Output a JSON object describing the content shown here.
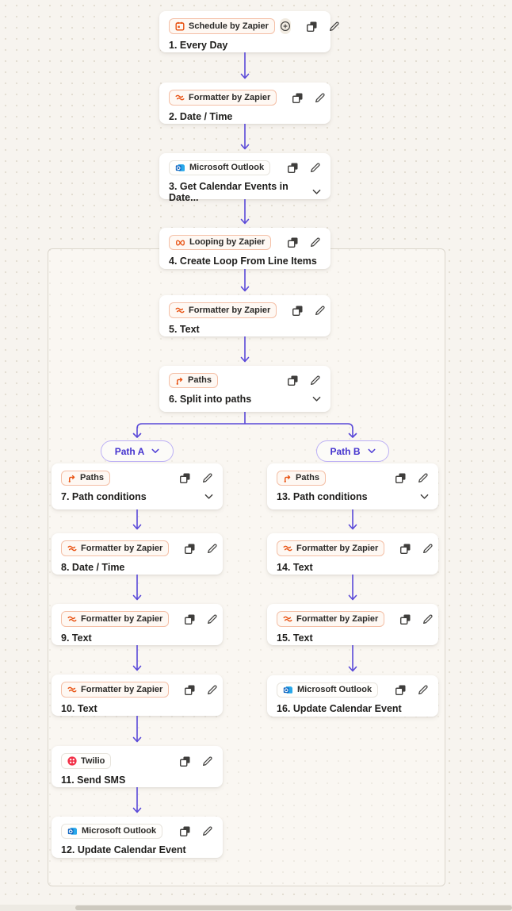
{
  "workflow": {
    "nodes": [
      {
        "id": "1",
        "app": "Schedule by Zapier",
        "icon": "schedule-icon",
        "badge": "orange",
        "number": "1.",
        "title": "Every Day",
        "chevron": false,
        "plus": true
      },
      {
        "id": "2",
        "app": "Formatter by Zapier",
        "icon": "formatter-icon",
        "badge": "orange",
        "number": "2.",
        "title": "Date / Time",
        "chevron": false,
        "plus": false
      },
      {
        "id": "3",
        "app": "Microsoft Outlook",
        "icon": "outlook-icon",
        "badge": "neutral",
        "number": "3.",
        "title": "Get Calendar Events in Date...",
        "chevron": true,
        "plus": false
      },
      {
        "id": "4",
        "app": "Looping by Zapier",
        "icon": "looping-icon",
        "badge": "orange",
        "number": "4.",
        "title": "Create Loop From Line Items",
        "chevron": false,
        "plus": false
      },
      {
        "id": "5",
        "app": "Formatter by Zapier",
        "icon": "formatter-icon",
        "badge": "orange",
        "number": "5.",
        "title": "Text",
        "chevron": false,
        "plus": false
      },
      {
        "id": "6",
        "app": "Paths",
        "icon": "paths-icon",
        "badge": "orange",
        "number": "6.",
        "title": "Split into paths",
        "chevron": true,
        "plus": false
      },
      {
        "id": "7",
        "app": "Paths",
        "icon": "paths-icon",
        "badge": "orange",
        "number": "7.",
        "title": "Path conditions",
        "chevron": true,
        "plus": false
      },
      {
        "id": "8",
        "app": "Formatter by Zapier",
        "icon": "formatter-icon",
        "badge": "orange",
        "number": "8.",
        "title": "Date / Time",
        "chevron": false,
        "plus": false
      },
      {
        "id": "9",
        "app": "Formatter by Zapier",
        "icon": "formatter-icon",
        "badge": "orange",
        "number": "9.",
        "title": "Text",
        "chevron": false,
        "plus": false
      },
      {
        "id": "10",
        "app": "Formatter by Zapier",
        "icon": "formatter-icon",
        "badge": "orange",
        "number": "10.",
        "title": "Text",
        "chevron": false,
        "plus": false
      },
      {
        "id": "11",
        "app": "Twilio",
        "icon": "twilio-icon",
        "badge": "neutral",
        "number": "11.",
        "title": "Send SMS",
        "chevron": false,
        "plus": false
      },
      {
        "id": "12",
        "app": "Microsoft Outlook",
        "icon": "outlook-icon",
        "badge": "neutral",
        "number": "12.",
        "title": "Update Calendar Event",
        "chevron": false,
        "plus": false
      },
      {
        "id": "13",
        "app": "Paths",
        "icon": "paths-icon",
        "badge": "orange",
        "number": "13.",
        "title": "Path conditions",
        "chevron": true,
        "plus": false
      },
      {
        "id": "14",
        "app": "Formatter by Zapier",
        "icon": "formatter-icon",
        "badge": "orange",
        "number": "14.",
        "title": "Text",
        "chevron": false,
        "plus": false
      },
      {
        "id": "15",
        "app": "Formatter by Zapier",
        "icon": "formatter-icon",
        "badge": "orange",
        "number": "15.",
        "title": "Text",
        "chevron": false,
        "plus": false
      },
      {
        "id": "16",
        "app": "Microsoft Outlook",
        "icon": "outlook-icon",
        "badge": "neutral",
        "number": "16.",
        "title": "Update Calendar Event",
        "chevron": false,
        "plus": false
      }
    ],
    "path_pills": [
      {
        "label": "Path A"
      },
      {
        "label": "Path B"
      }
    ]
  },
  "colors": {
    "background": "#F7F4EF",
    "card_bg": "#FFFFFF",
    "arrow": "#5948D8",
    "path_pill_border": "#BCB0F5",
    "path_pill_text": "#4433CE",
    "zapier_badge_border": "#F4BFA6",
    "zapier_orange": "#E8500F",
    "twilio_red": "#F22F46",
    "outlook_blue": "#1266C0"
  }
}
